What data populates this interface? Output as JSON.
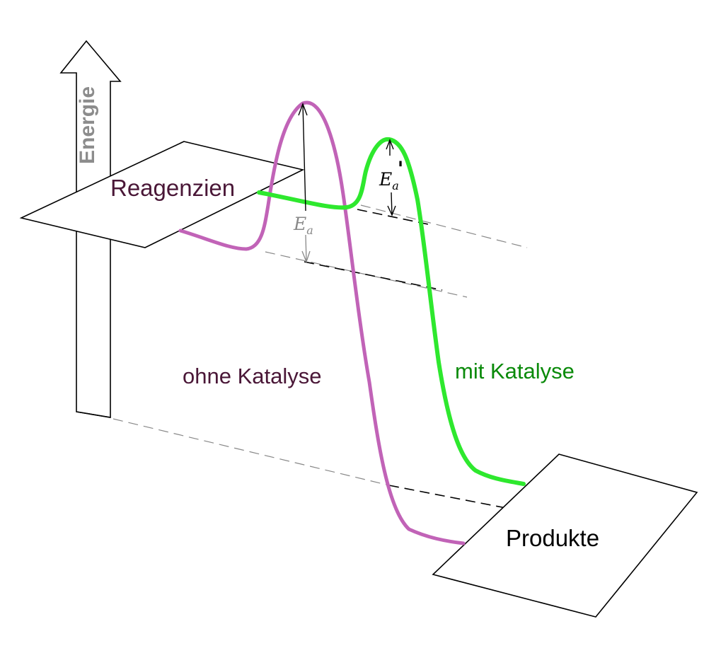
{
  "labels": {
    "energy_axis": "Energie",
    "reactants": "Reagenzien",
    "products": "Produkte",
    "uncatalyzed": "ohne Katalyse",
    "catalyzed": "mit Katalyse",
    "ea_symbol": "E",
    "ea_subscript": "a",
    "ea_prime": "'"
  },
  "colors": {
    "uncatalyzed_curve": "#c163b7",
    "uncatalyzed_text": "#4a1737",
    "catalyzed_curve": "#2ee82e",
    "catalyzed_text": "#0a8a0a",
    "axis_text": "#8c8c8c"
  }
}
